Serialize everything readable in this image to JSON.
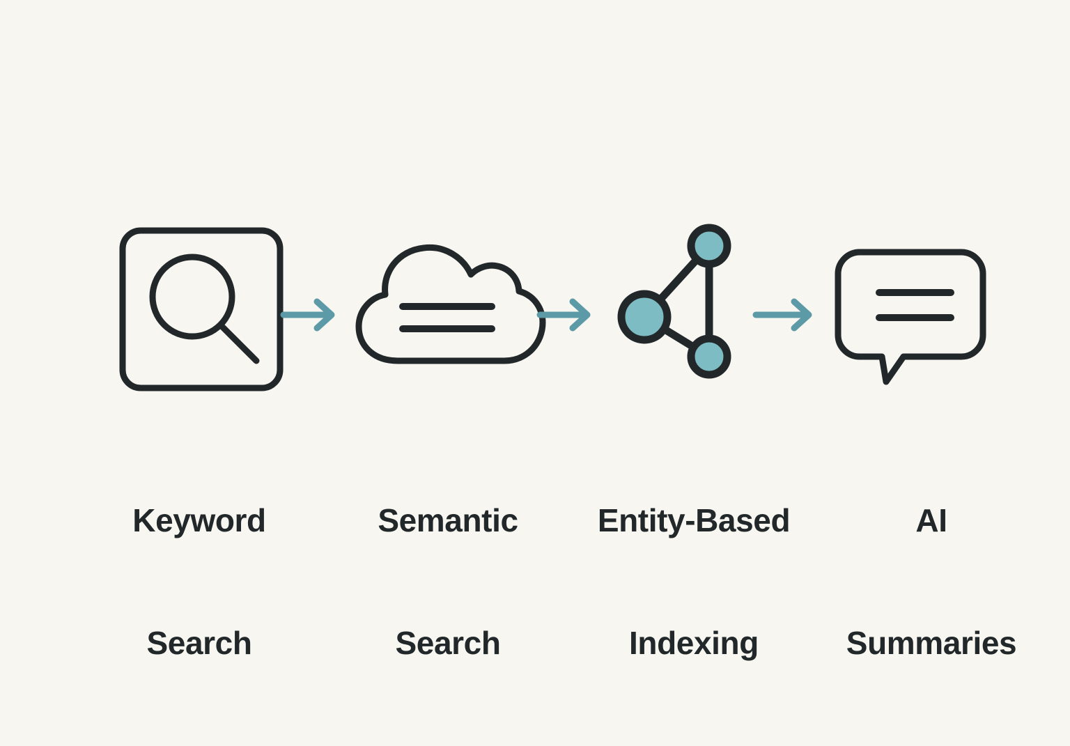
{
  "background_color": "#f7f6f1",
  "diagram": {
    "type": "horizontal-process-flow",
    "title_text": "",
    "colors": {
      "background": "#f7f6f1",
      "ink": "#22282a",
      "arrow": "#5b9aa6",
      "node_fill": "#7dbcc2",
      "text": "#22282a"
    },
    "stages": [
      {
        "id": "keyword-search",
        "icon": "magnifying-glass-in-rounded-square-icon",
        "label_line1": "Keyword",
        "label_line2": "Search"
      },
      {
        "id": "semantic-search",
        "icon": "cloud-with-lines-icon",
        "label_line1": "Semantic",
        "label_line2": "Search"
      },
      {
        "id": "entity-based-indexing",
        "icon": "node-graph-icon",
        "label_line1": "Entity-Based",
        "label_line2": "Indexing"
      },
      {
        "id": "ai-summaries",
        "icon": "speech-bubble-with-lines-icon",
        "label_line1": "AI",
        "label_line2": "Summaries"
      }
    ],
    "connectors": [
      {
        "id": "arrow-1",
        "from": "keyword-search",
        "to": "semantic-search",
        "glyph": "arrow-right-icon"
      },
      {
        "id": "arrow-2",
        "from": "semantic-search",
        "to": "entity-based-indexing",
        "glyph": "arrow-right-icon"
      },
      {
        "id": "arrow-3",
        "from": "entity-based-indexing",
        "to": "ai-summaries",
        "glyph": "arrow-right-icon"
      }
    ]
  }
}
